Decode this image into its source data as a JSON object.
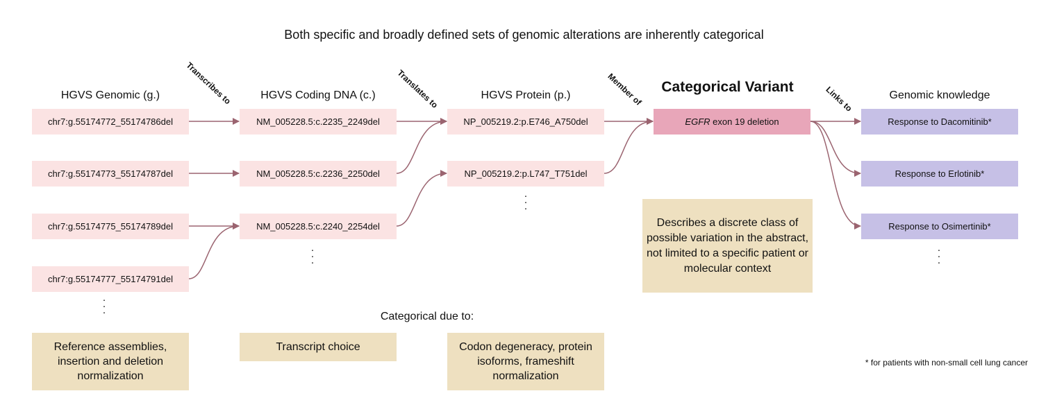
{
  "title": "Both specific and broadly defined sets of genomic alterations are inherently categorical",
  "columns": {
    "genomic": "HGVS Genomic (g.)",
    "coding": "HGVS Coding DNA (c.)",
    "protein": "HGVS Protein (p.)",
    "categorical": "Categorical Variant",
    "knowledge": "Genomic knowledge"
  },
  "relations": {
    "transcribes": "Transcribes to",
    "translates": "Translates to",
    "member": "Member of",
    "links": "Links to"
  },
  "genomic_variants": [
    "chr7:g.55174772_55174786del",
    "chr7:g.55174773_55174787del",
    "chr7:g.55174775_55174789del",
    "chr7:g.55174777_55174791del"
  ],
  "coding_variants": [
    "NM_005228.5:c.2235_2249del",
    "NM_005228.5:c.2236_2250del",
    "NM_005228.5:c.2240_2254del"
  ],
  "protein_variants": [
    "NP_005219.2:p.E746_A750del",
    "NP_005219.2:p.L747_T751del"
  ],
  "categorical_variant": {
    "gene": "EGFR",
    "rest": " exon 19 deletion",
    "description": "Describes a discrete class of possible variation in the abstract, not limited to a specific patient or molecular context"
  },
  "knowledge": [
    "Response to Dacomitinib*",
    "Response to Erlotinib*",
    "Response to Osimertinib*"
  ],
  "categorical_due_to": "Categorical due to:",
  "reasons": {
    "genomic": "Reference assemblies, insertion and deletion normalization",
    "coding": "Transcript choice",
    "protein": "Codon degeneracy, protein isoforms, frameshift normalization"
  },
  "ellipsis": "⋮",
  "footnote": "* for patients with non-small cell lung cancer",
  "colors": {
    "light_pink": "#fbe3e3",
    "dark_pink": "#e8a6b9",
    "lavender": "#c6c0e6",
    "beige": "#eee0c0",
    "arrow": "#9b6470"
  }
}
